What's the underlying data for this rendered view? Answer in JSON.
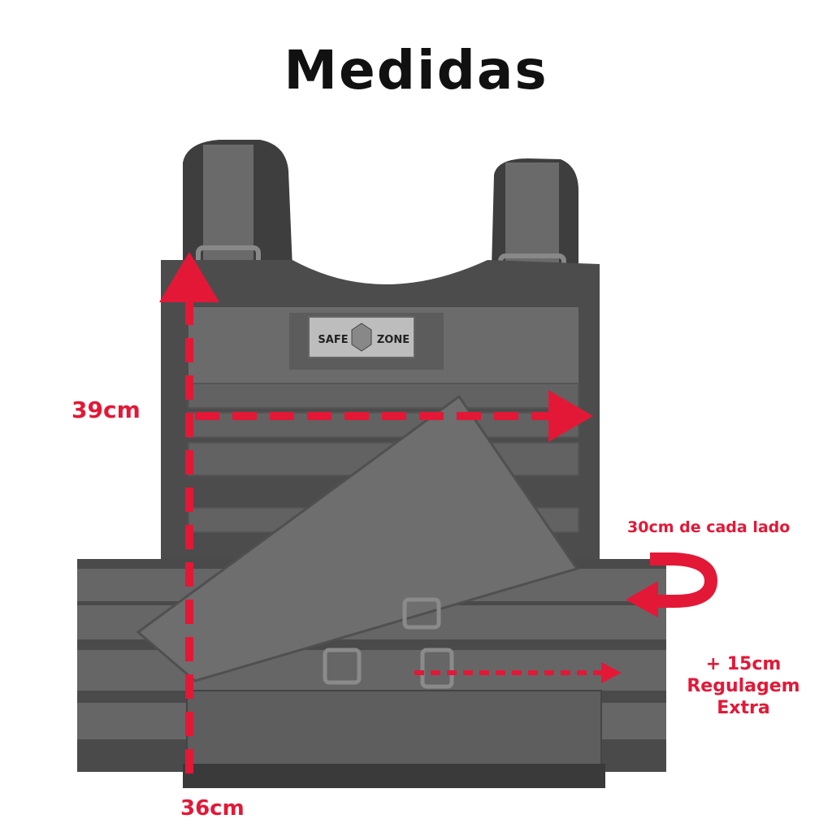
{
  "title": "Medidas",
  "measurements": {
    "height": "39cm",
    "width": "36cm",
    "side_each": "30cm de cada lado",
    "extra_line1": "+ 15cm",
    "extra_line2": "Regulagem",
    "extra_line3": "Extra"
  },
  "brand_patch": {
    "left": "SAFE",
    "right": "ZONE"
  },
  "colors": {
    "accent": "#e31837",
    "vest": "#5a5a5a",
    "title": "#111111"
  }
}
